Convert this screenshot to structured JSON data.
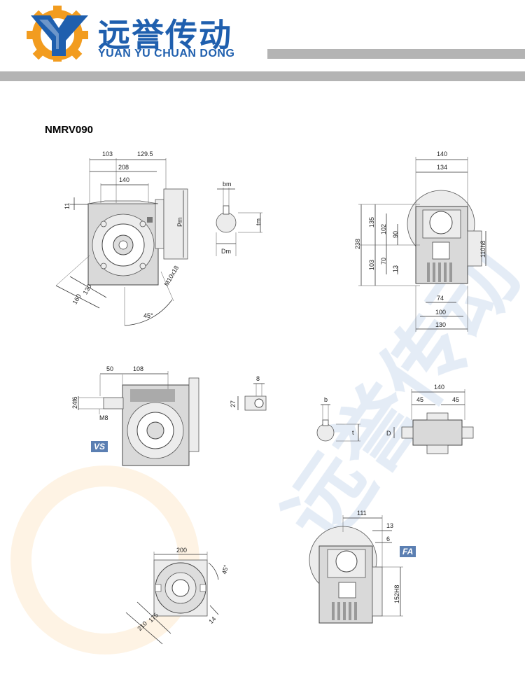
{
  "brand": {
    "name_cn": "远誉传动",
    "name_en": "YUAN YU CHUAN DONG",
    "primary_color": "#1f5fae",
    "accent_color": "#f29c1f"
  },
  "model": "NMRV090",
  "badges": {
    "vs": "VS",
    "fa": "FA"
  },
  "views": {
    "main": {
      "dims": {
        "top_left": "103",
        "top_right": "129.5",
        "width": "208",
        "inner": "140",
        "side": "11",
        "pm": "Pm",
        "diag_130": "130",
        "diag_160": "160",
        "bolt": "M10x18",
        "angle": "45°"
      }
    },
    "shaft_section": {
      "dims": {
        "bm": "bm",
        "tm": "tm",
        "dm": "Dm"
      }
    },
    "front": {
      "dims": {
        "w140": "140",
        "w134": "134",
        "h238": "238",
        "h135": "135",
        "h102": "102",
        "h90": "90",
        "h103": "103",
        "h70": "70",
        "h13": "13",
        "flange": "110h8",
        "w74": "74",
        "w100": "100",
        "w130": "130"
      }
    },
    "vs": {
      "dims": {
        "d50": "50",
        "d108": "108",
        "shaft": "24f6",
        "thread": "M8"
      }
    },
    "key": {
      "dims": {
        "w8": "8",
        "h27": "27"
      }
    },
    "bore": {
      "dims": {
        "b": "b",
        "t": "t"
      }
    },
    "top": {
      "dims": {
        "w140": "140",
        "l45": "45",
        "r45": "45",
        "d": "D"
      }
    },
    "flange_plate": {
      "dims": {
        "w200": "200",
        "angle": "45°",
        "d175": "175",
        "d210": "210",
        "hole": "14"
      }
    },
    "fa": {
      "dims": {
        "w111": "111",
        "d13": "13",
        "d6": "6",
        "spigot": "152H8"
      }
    }
  }
}
